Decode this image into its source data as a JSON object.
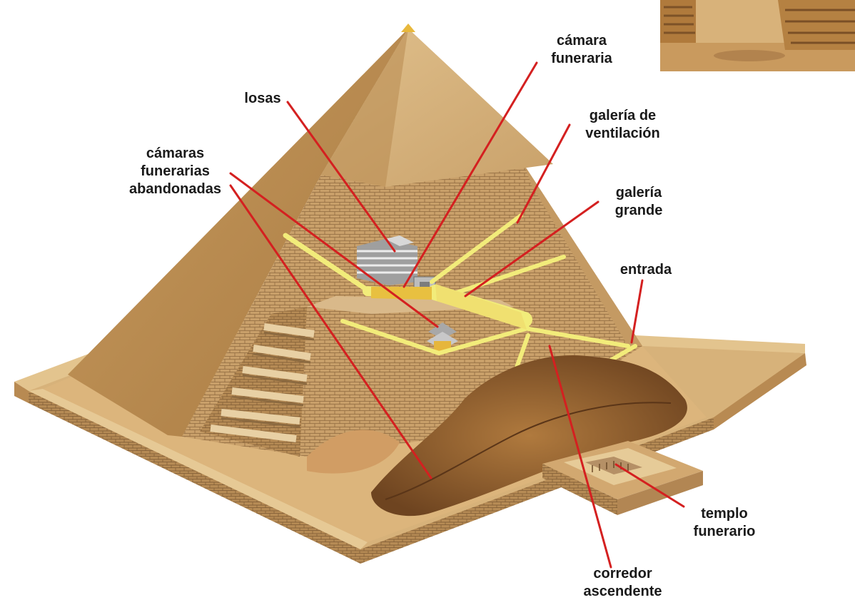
{
  "labels": {
    "camara_funeraria": [
      "cámara",
      "funeraria"
    ],
    "losas": [
      "losas"
    ],
    "galeria_ventilacion": [
      "galería de",
      "ventilación"
    ],
    "camaras_abandonadas": [
      "cámaras",
      "funerarias",
      "abandonadas"
    ],
    "galeria_grande": [
      "galería",
      "grande"
    ],
    "entrada": [
      "entrada"
    ],
    "templo_funerario": [
      "templo",
      "funerario"
    ],
    "corredor_ascendente": [
      "corredor",
      "ascendente"
    ]
  },
  "colors": {
    "pointer": "#d42020",
    "sand": "#d9b277",
    "stone_face_left": "#b98b4f",
    "stone_face_right": "#cfa66a",
    "cutaway_wall": "#c69a62",
    "passage": "#f2ec7a",
    "rock": "#8a5a2e"
  }
}
